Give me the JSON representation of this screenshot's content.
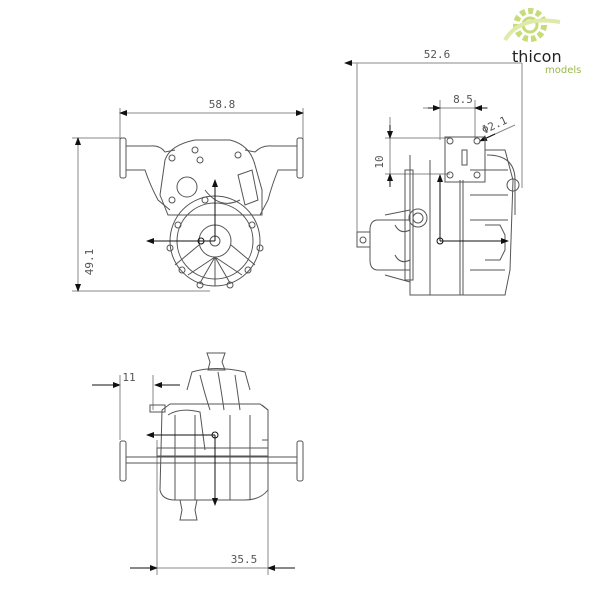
{
  "logo": {
    "name": "thicon",
    "subtitle": "models",
    "accent_color": "#b5cf5a"
  },
  "views": {
    "front": {
      "width_label": "58.8",
      "height_label": "49.1"
    },
    "side": {
      "width_label": "52.6",
      "mount_spacing_label": "8.5",
      "hole_diameter_label": "Φ2.1",
      "vertical_offset_label": "10"
    },
    "top": {
      "offset_label": "11",
      "width_label": "35.5"
    }
  },
  "colors": {
    "line": "#555555",
    "dim_line": "#888888",
    "arrow": "#111111"
  }
}
